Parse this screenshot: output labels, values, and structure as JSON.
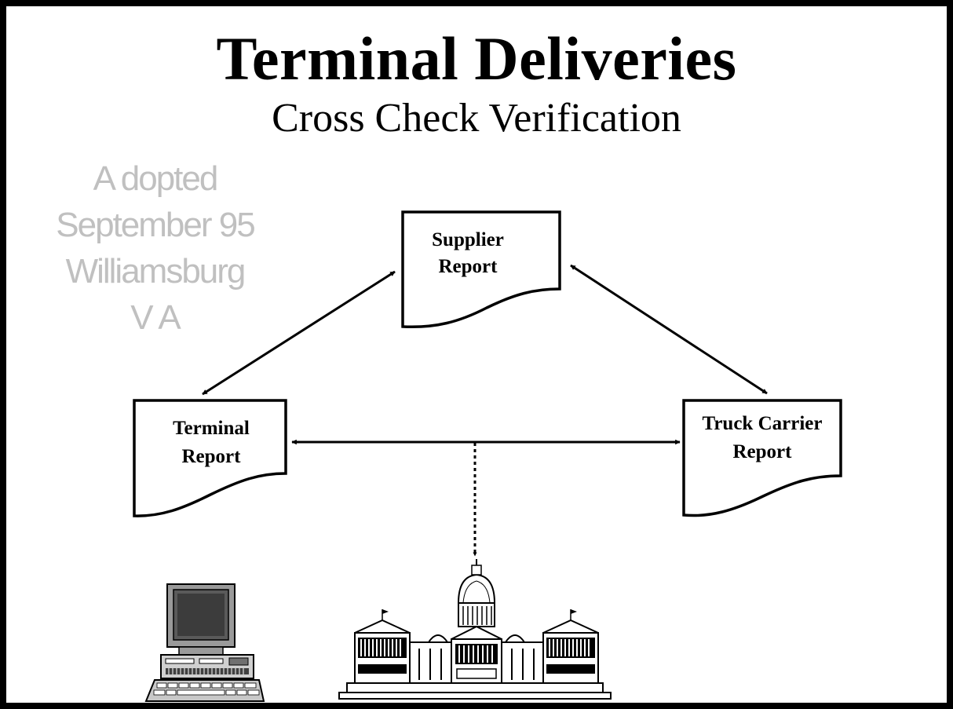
{
  "slide": {
    "title": "Terminal Deliveries",
    "subtitle": "Cross Check Verification",
    "watermark_lines": [
      "A dopted",
      "September 95",
      "Williamsburg",
      "V A"
    ]
  },
  "documents": {
    "supplier": {
      "line1": "Supplier",
      "line2": "Report"
    },
    "terminal": {
      "line1": "Terminal",
      "line2": "Report"
    },
    "truck": {
      "line1": "Truck Carrier",
      "line2": "Report"
    }
  },
  "icons": [
    "computer-icon",
    "capitol-building-icon"
  ],
  "colors": {
    "border": "#000000",
    "watermark": "#c0c0c0",
    "icon_gray": "#808080"
  }
}
